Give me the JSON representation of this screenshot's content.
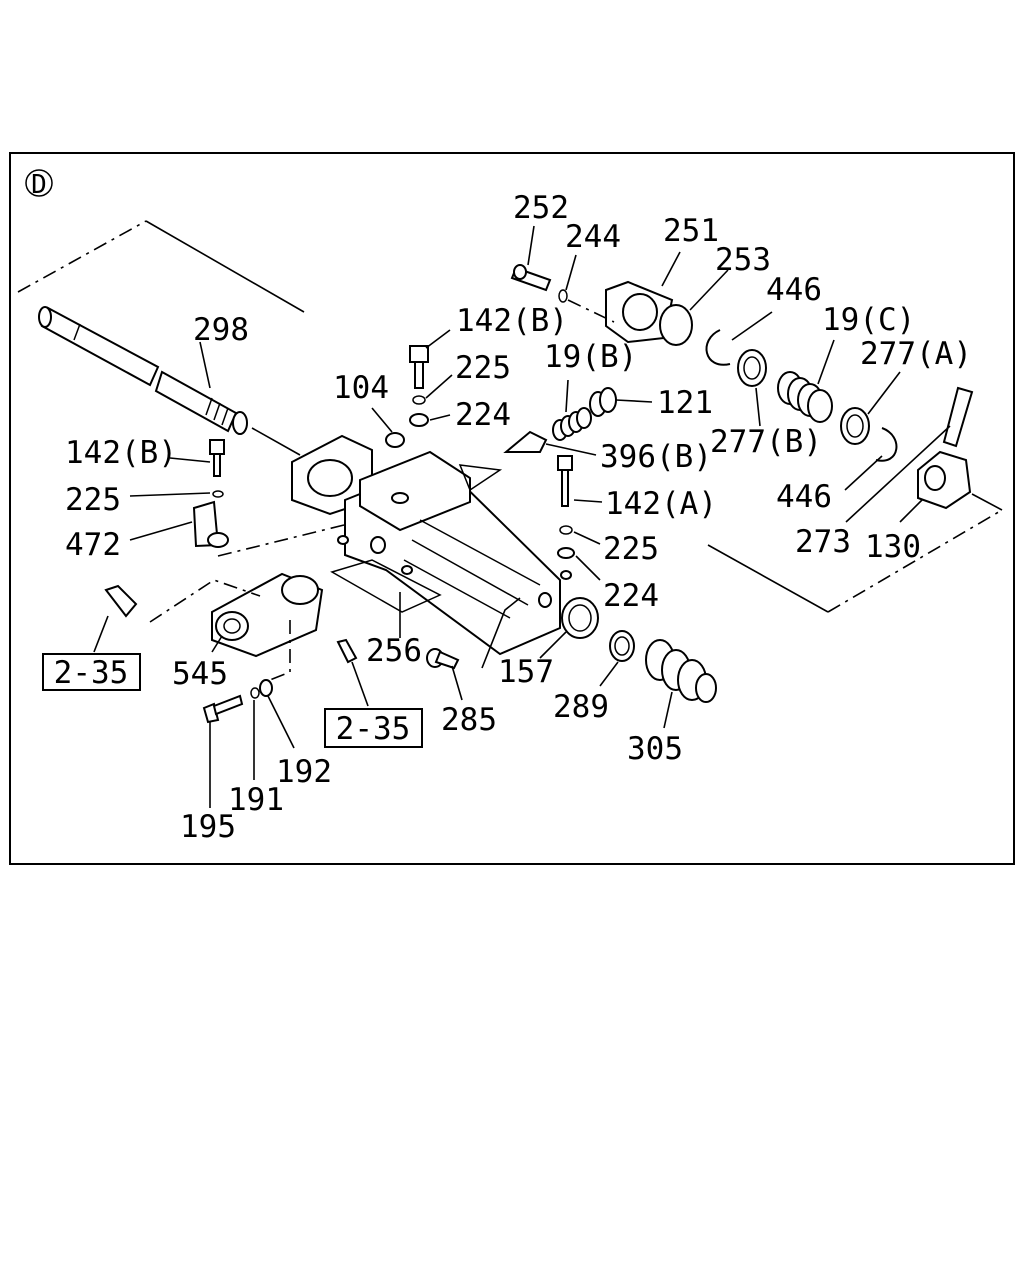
{
  "section_marker": "D",
  "callouts": {
    "c252": "252",
    "c244": "244",
    "c251": "251",
    "c253": "253",
    "c446a": "446",
    "c19c": "19(C)",
    "c277a": "277(A)",
    "c142b_top": "142(B)",
    "c225_top": "225",
    "c224_top": "224",
    "c104": "104",
    "c19b": "19(B)",
    "c121": "121",
    "c298": "298",
    "c396b": "396(B)",
    "c277b": "277(B)",
    "c142b_left": "142(B)",
    "c225_left": "225",
    "c472": "472",
    "c142a": "142(A)",
    "c225_right": "225",
    "c224_right": "224",
    "c446b": "446",
    "c273": "273",
    "c130": "130",
    "c256": "256",
    "c157": "157",
    "c545": "545",
    "c289": "289",
    "c285": "285",
    "c305": "305",
    "c192": "192",
    "c191": "191",
    "c195": "195"
  },
  "references": {
    "ref_left": "2-35",
    "ref_center": "2-35"
  }
}
